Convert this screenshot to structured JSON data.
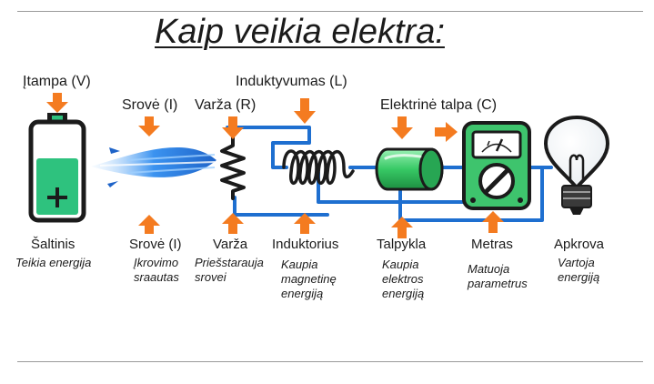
{
  "title": "Kaip veikia elektra:",
  "top_labels": {
    "voltage": "Įtampa (V)",
    "current": "Srovė (I)",
    "resistance": "Varža (R)",
    "inductance": "Induktyvumas (L)",
    "capacitance": "Elektrinė talpa (C)"
  },
  "components": {
    "source": {
      "name": "Šaltinis",
      "desc": [
        "Teikia energija"
      ]
    },
    "current": {
      "name": "Srovė (I)",
      "desc": [
        "Įkrovimo",
        "sraautas"
      ]
    },
    "resistor": {
      "name": "Varža",
      "desc": [
        "Priešstarauja",
        "srovei"
      ]
    },
    "inductor": {
      "name": "Induktorius",
      "desc": [
        "Kaupia",
        "magnetinę",
        "energiją"
      ]
    },
    "capacitor": {
      "name": "Talpykla",
      "desc": [
        "Kaupia",
        "elektros",
        "energiją"
      ]
    },
    "meter": {
      "name": "Metras",
      "desc": [
        "Matuoja",
        "parametrus"
      ]
    },
    "load": {
      "name": "Apkrova",
      "desc": [
        "Vartoja",
        "energiją"
      ]
    }
  },
  "colors": {
    "arrow": "#f47b20",
    "wire": "#1e6fd0",
    "battery_fill": "#2ec27e",
    "capacitor": "#37c965",
    "meter": "#3ec46d"
  }
}
